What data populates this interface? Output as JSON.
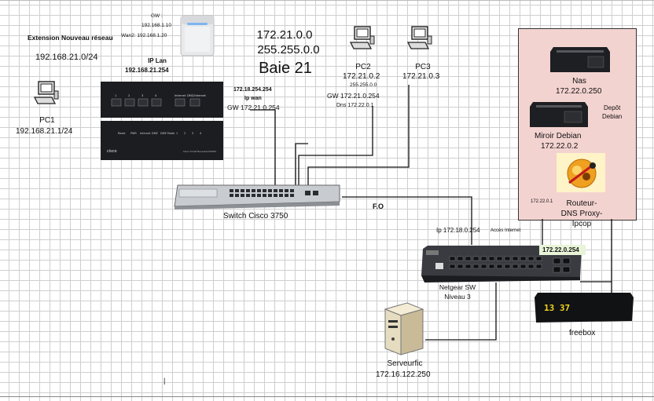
{
  "network": {
    "extension": {
      "title": "Extension Nouveau réseau",
      "subnet": "192.168.21.0/24"
    },
    "router_top": {
      "gw_label": "GW :",
      "gw_ip": "192.168.1.10",
      "wan2": "Wan2: 192.168.1.20"
    },
    "ip_lan": {
      "label": "IP Lan",
      "ip": "192.168.21.254"
    },
    "wan_info": {
      "ip": "172.18.254.254",
      "label": "Ip wan",
      "gw": "GW 172.21.0.254"
    },
    "baie": {
      "network": "172.21.0.0",
      "mask": "255.255.0.0",
      "name": "Baie 21"
    },
    "pc1": {
      "name": "PC1",
      "ip": "192.168.21.1/24"
    },
    "pc2": {
      "name": "PC2",
      "ip": "172.21.0.2",
      "mask": "255.255.0.0",
      "gw": "GW 172.21.0.254",
      "dns": "Dns 172.22.0.1"
    },
    "pc3": {
      "name": "PC3",
      "ip": "172.21.0.3"
    },
    "switch_cisco": {
      "label": "Switch Cisco 3750"
    },
    "fo": "F.O",
    "netgear": {
      "ip": "Ip 172.18.0.254",
      "internet": "Accès Internet",
      "name_line1": "Netgear SW",
      "name_line2": "Niveau 3"
    },
    "subnet_badge": "172.22.0.254",
    "nas": {
      "name": "Nas",
      "ip": "172.22.0.250"
    },
    "depot": {
      "line1": "Depôt",
      "line2": "Debian"
    },
    "miroir": {
      "name": "Miroir Debian",
      "ip": "172.22.0.2"
    },
    "routeur": {
      "ip": "172.22.0.1",
      "line1": "Routeur-",
      "line2": "DNS Proxy-",
      "line3": "Ipcop"
    },
    "freebox": {
      "label": "freebox",
      "display": "13 37"
    },
    "serveur": {
      "name": "Serveurfic",
      "ip": "172.16.122.250"
    },
    "router_panel": {
      "ports": [
        "1",
        "2",
        "3",
        "4",
        "Internet",
        "DMZ/Internet"
      ],
      "lower_labels": [
        "Reset",
        "PWR",
        "Internet",
        "DMZ",
        "DMZ Mode",
        "1",
        "2",
        "3",
        "4"
      ],
      "brand": "cisco",
      "model": "Cisco Small Business RV082"
    }
  }
}
